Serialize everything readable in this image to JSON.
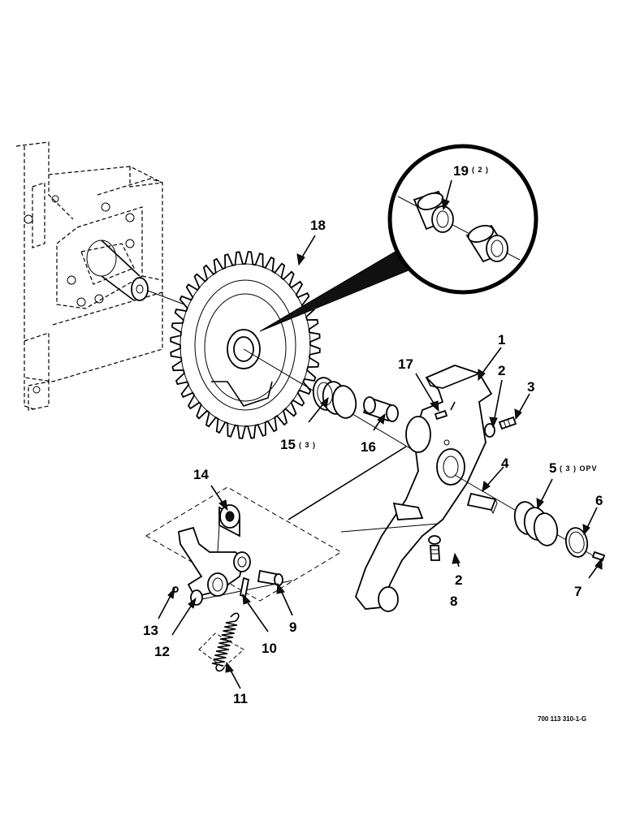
{
  "callouts": {
    "c1": "1",
    "c2a": "2",
    "c2b": "2",
    "c3": "3",
    "c4": "4",
    "c5": "5",
    "c5_qty": "( 3 ) OPV",
    "c6": "6",
    "c7": "7",
    "c8": "8",
    "c9": "9",
    "c10": "10",
    "c11": "11",
    "c12": "12",
    "c13": "13",
    "c14": "14",
    "c15": "15",
    "c15_qty": "( 3 )",
    "c16": "16",
    "c17": "17",
    "c18": "18",
    "c19": "19",
    "c19_qty": "( 2 )"
  },
  "reference_code": "700 113 310-1-G"
}
